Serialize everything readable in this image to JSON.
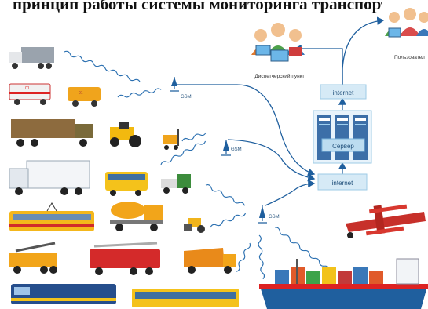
{
  "header_fragment": "принцип работы системы мониторинга транспорта",
  "labels": {
    "dispatch": "Диспетчерский пункт",
    "users": "Пользовател",
    "gsm_1": "GSM",
    "gsm_2": "GSM",
    "gsm_3": "GSM",
    "internet_top": "internet",
    "internet_bottom": "internet",
    "server": "Сервер",
    "truck_1_code": "01",
    "truck_2_code": "01"
  },
  "colors": {
    "link": "#1f5f9e",
    "box_fill": "#d6eaf6",
    "box_border": "#9ecbe6",
    "server_fill": "#bcdcf0"
  },
  "icons": [
    "truck-icon",
    "ambulance-icon",
    "tractor-icon",
    "forklift-icon",
    "bus-icon",
    "tram-icon",
    "mixer-icon",
    "roller-icon",
    "crane-truck-icon",
    "fire-truck-icon",
    "dump-truck-icon",
    "locomotive-icon",
    "articulated-bus-icon",
    "airplane-icon",
    "cargo-ship-icon",
    "antenna-icon",
    "people-icon"
  ]
}
